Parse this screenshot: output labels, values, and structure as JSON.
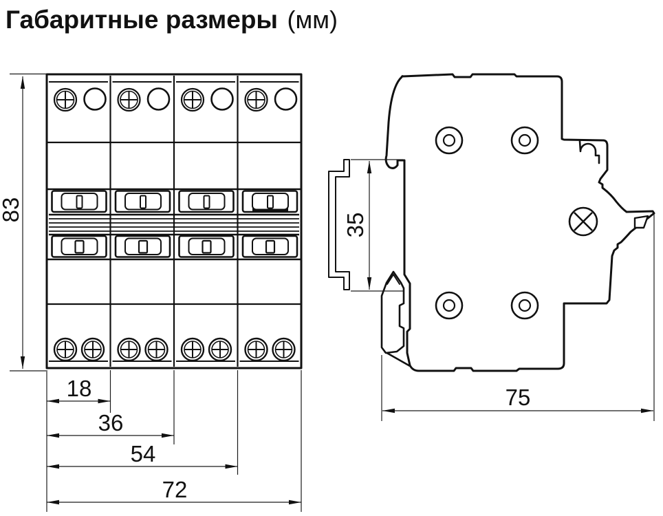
{
  "title": {
    "main": "Габаритные размеры",
    "unit": "(мм)"
  },
  "front_view": {
    "description": "front view of 4-pole modular circuit breaker",
    "modules": 4,
    "height_mm": "83",
    "width_1_module": "18",
    "width_2_modules": "36",
    "width_3_modules": "54",
    "width_4_modules": "72"
  },
  "side_view": {
    "description": "side profile with DIN rail",
    "din_rail_height_mm": "35",
    "depth_mm": "75"
  },
  "colors": {
    "line": "#111111",
    "background": "#ffffff"
  }
}
